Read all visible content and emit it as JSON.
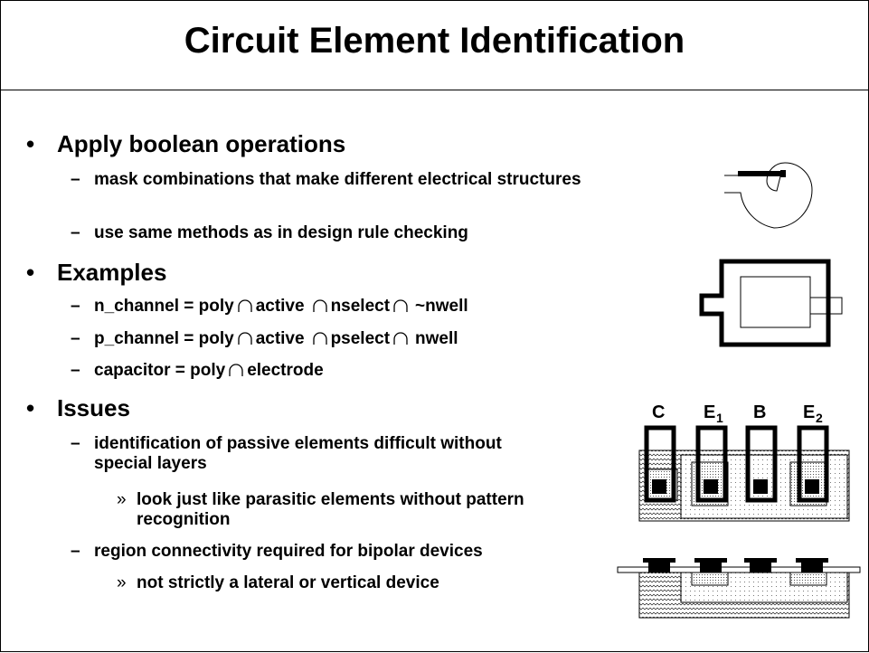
{
  "title": "Circuit Element Identification",
  "bullets": [
    {
      "text": "Apply boolean operations",
      "subs": [
        "mask combinations that make different electrical structures",
        "use same methods as in design rule checking"
      ]
    },
    {
      "text": "Examples",
      "equations": [
        {
          "left": "n_channel = poly",
          "terms": [
            "active",
            "nselect",
            "~nwell"
          ]
        },
        {
          "left": "p_channel = poly",
          "terms": [
            "active",
            "pselect",
            "nwell"
          ]
        },
        {
          "left": "capacitor = poly",
          "terms": [
            "electrode"
          ]
        }
      ]
    },
    {
      "text": "Issues",
      "subs": [
        "identification of passive elements difficult without special layers",
        "region connectivity required for bipolar devices"
      ],
      "subsubs": [
        "look just like parasitic elements without pattern recognition",
        "not strictly a lateral or vertical device"
      ]
    }
  ],
  "symbols": {
    "bullet": "•",
    "dash": "–",
    "arrow": "»",
    "intersect": "intersection-icon"
  },
  "transistor_labels": {
    "c": "C",
    "e": "E",
    "e1_sub": "1",
    "b": "B",
    "e2_sub": "2"
  }
}
